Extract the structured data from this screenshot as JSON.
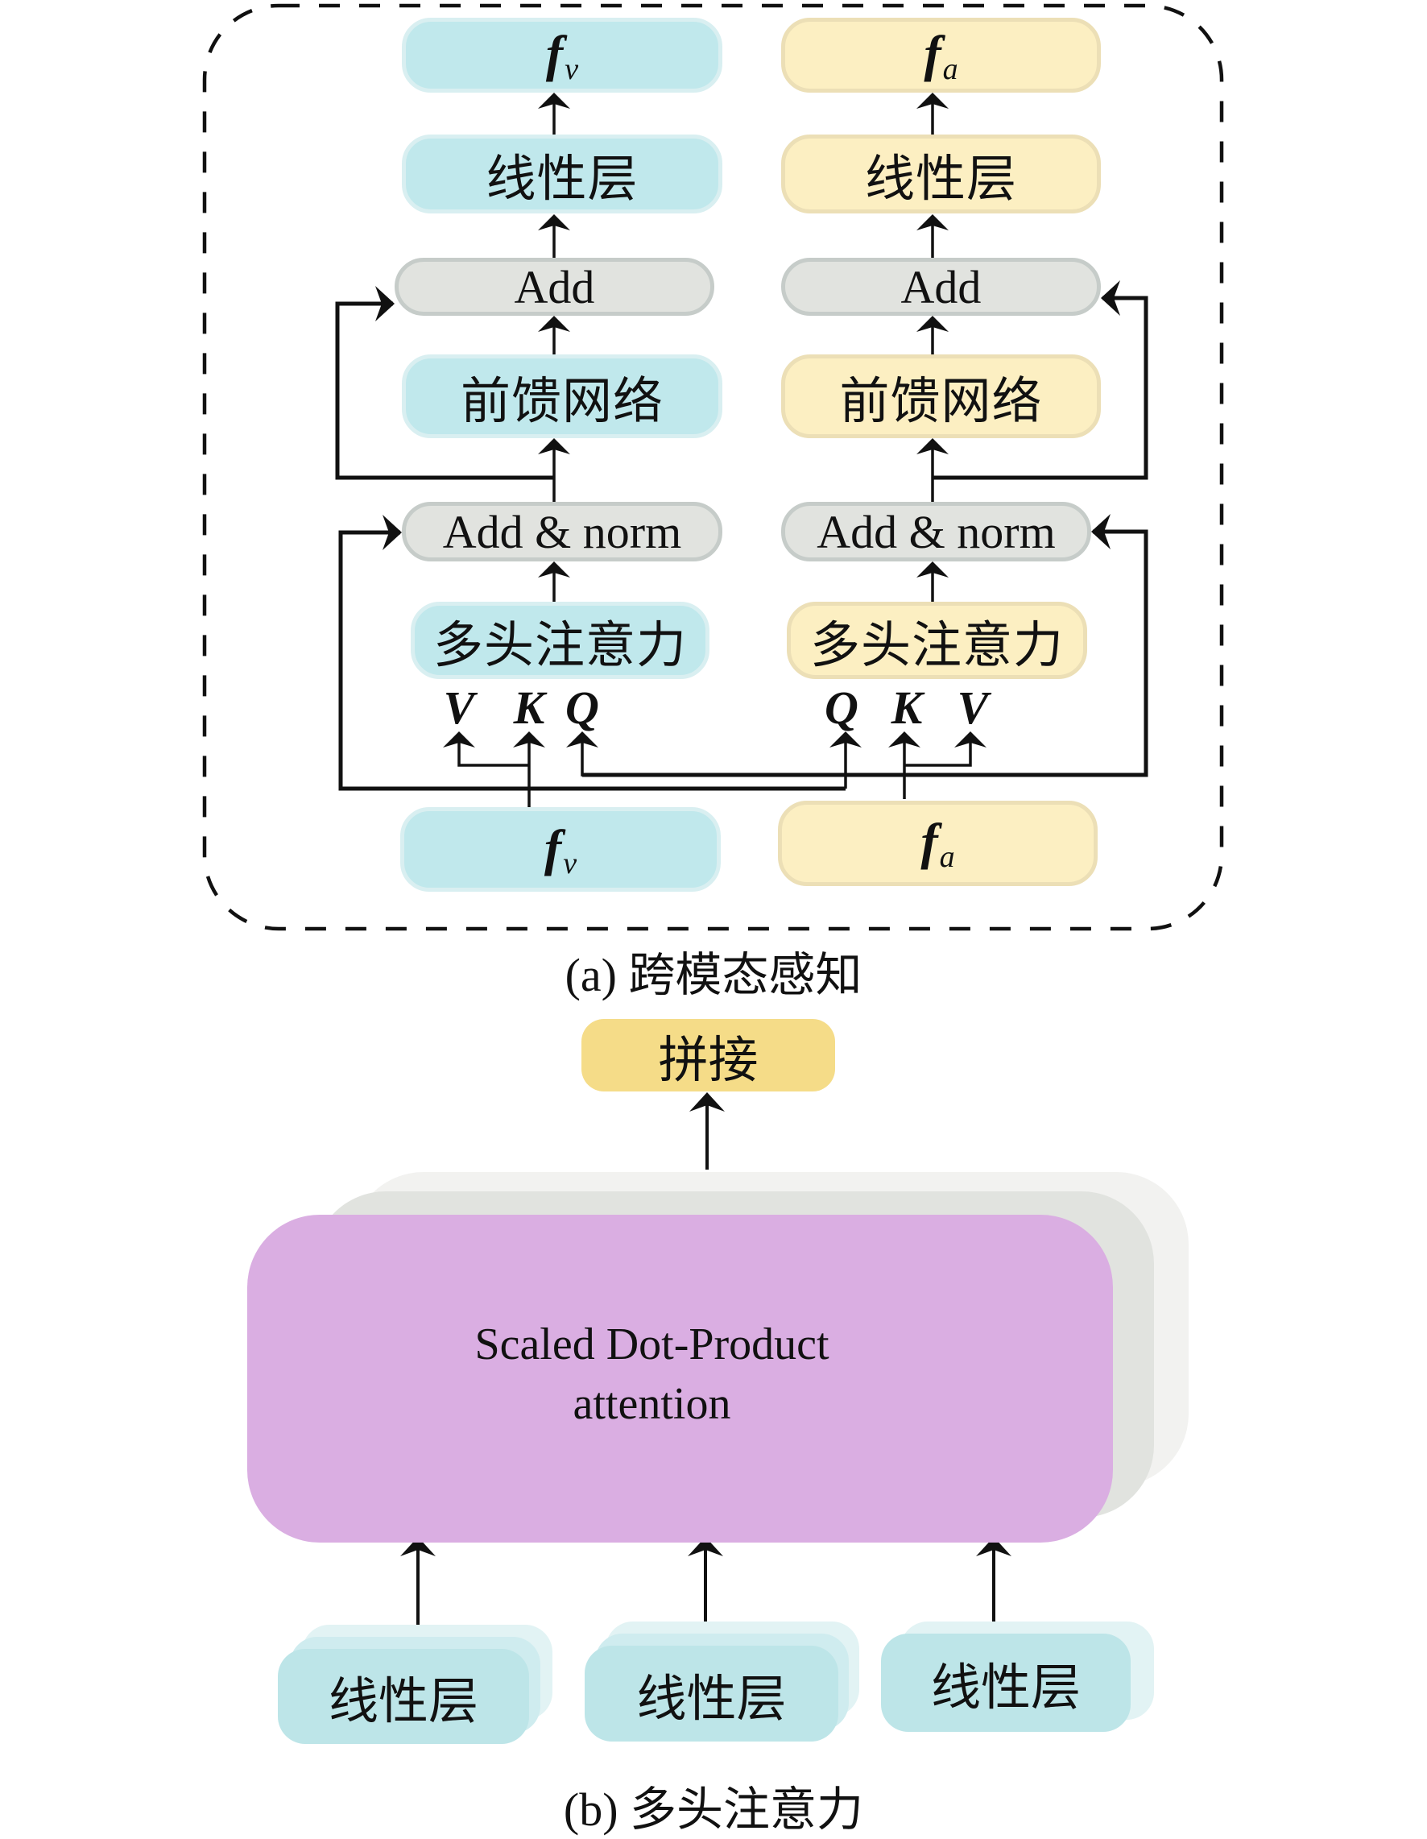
{
  "part_a": {
    "caption": "(a) 跨模态感知",
    "visual_branch": {
      "output": {
        "symbol": "f",
        "sub": "v"
      },
      "linear": "线性层",
      "add": "Add",
      "ffn": "前馈网络",
      "add_norm": "Add & norm",
      "mha": "多头注意力",
      "inputs": [
        "V",
        "K",
        "Q"
      ],
      "input": {
        "symbol": "f",
        "sub": "v"
      }
    },
    "audio_branch": {
      "output": {
        "symbol": "f",
        "sub": "a"
      },
      "linear": "线性层",
      "add": "Add",
      "ffn": "前馈网络",
      "add_norm": "Add & norm",
      "mha": "多头注意力",
      "inputs": [
        "Q",
        "K",
        "V"
      ],
      "input": {
        "symbol": "f",
        "sub": "a"
      }
    }
  },
  "part_b": {
    "caption": "(b) 多头注意力",
    "concat": "拼接",
    "sdpa": {
      "line1": "Scaled Dot-Product",
      "line2": "attention"
    },
    "linear_layers": [
      "线性层",
      "线性层",
      "线性层"
    ]
  },
  "colors": {
    "visual": "#c0e8ec",
    "audio": "#fcefc2",
    "neutral": "#e1e3df",
    "sdpa": "#daaee2",
    "concat": "#f5dc88",
    "line": "#111111"
  }
}
